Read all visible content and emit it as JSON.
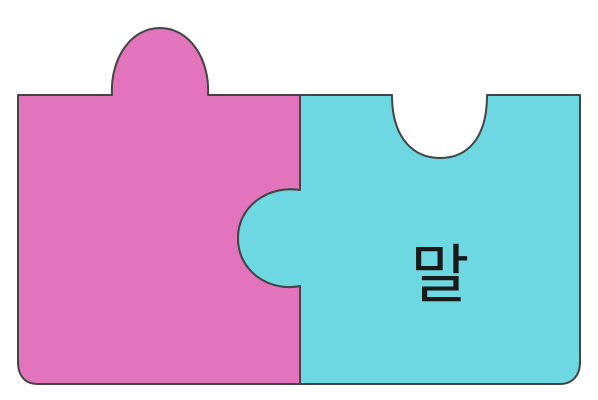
{
  "pieces": [
    {
      "id": "left",
      "color": "#E274BC",
      "label": ""
    },
    {
      "id": "right",
      "color": "#6DD7E2",
      "label": "말"
    }
  ],
  "outline_color": "#444444"
}
